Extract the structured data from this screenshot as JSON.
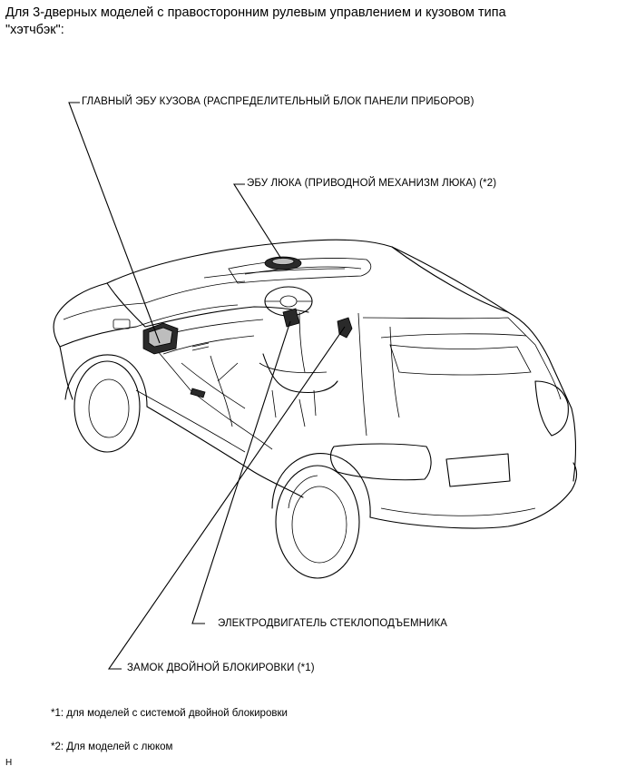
{
  "heading": {
    "line1": "Для 3-дверных моделей с правосторонним рулевым управлением и кузовом типа",
    "line2": "\"хэтчбэк\":"
  },
  "callouts": {
    "main_body_ecu": "ГЛАВНЫЙ ЭБУ КУЗОВА (РАСПРЕДЕЛИТЕЛЬНЫЙ БЛОК ПАНЕЛИ ПРИБОРОВ)",
    "sunroof_ecu": "ЭБУ ЛЮКА (ПРИВОДНОЙ МЕХАНИЗМ ЛЮКА) (*2)",
    "window_motor": "ЭЛЕКТРОДВИГАТЕЛЬ СТЕКЛОПОДЪЕМНИКА",
    "double_lock": "ЗАМОК ДВОЙНОЙ БЛОКИРОВКИ (*1)"
  },
  "footnotes": {
    "note1": "*1: для моделей с системой двойной блокировки",
    "note2": "*2: Для моделей с люком"
  },
  "corner_mark": "H"
}
